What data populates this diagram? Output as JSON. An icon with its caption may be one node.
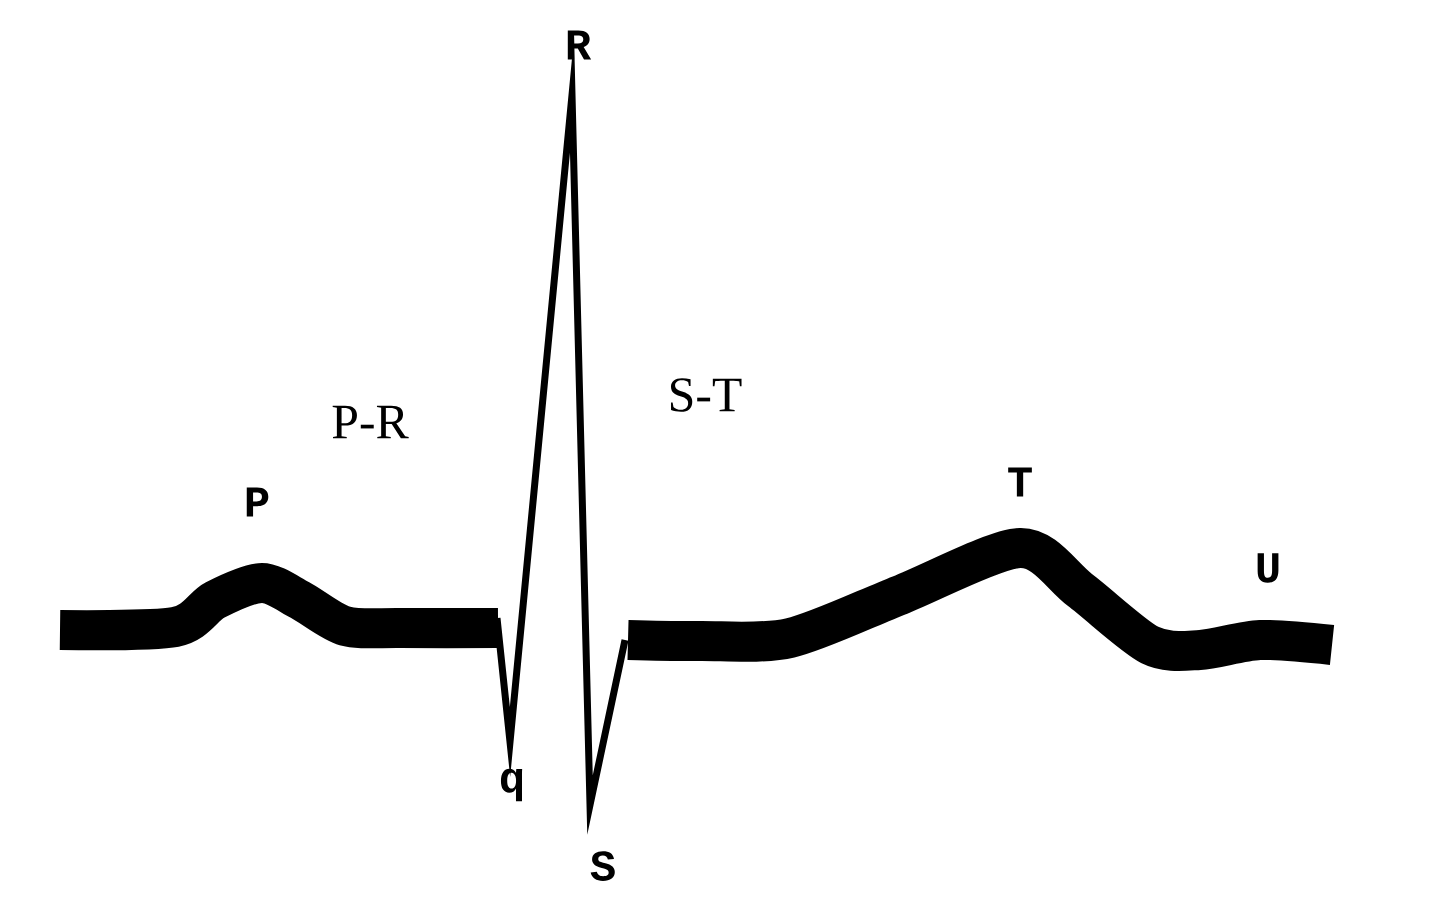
{
  "diagram": {
    "labels": [
      "R",
      "P-R",
      "S-T",
      "P",
      "T",
      "U",
      "q",
      "S"
    ]
  }
}
